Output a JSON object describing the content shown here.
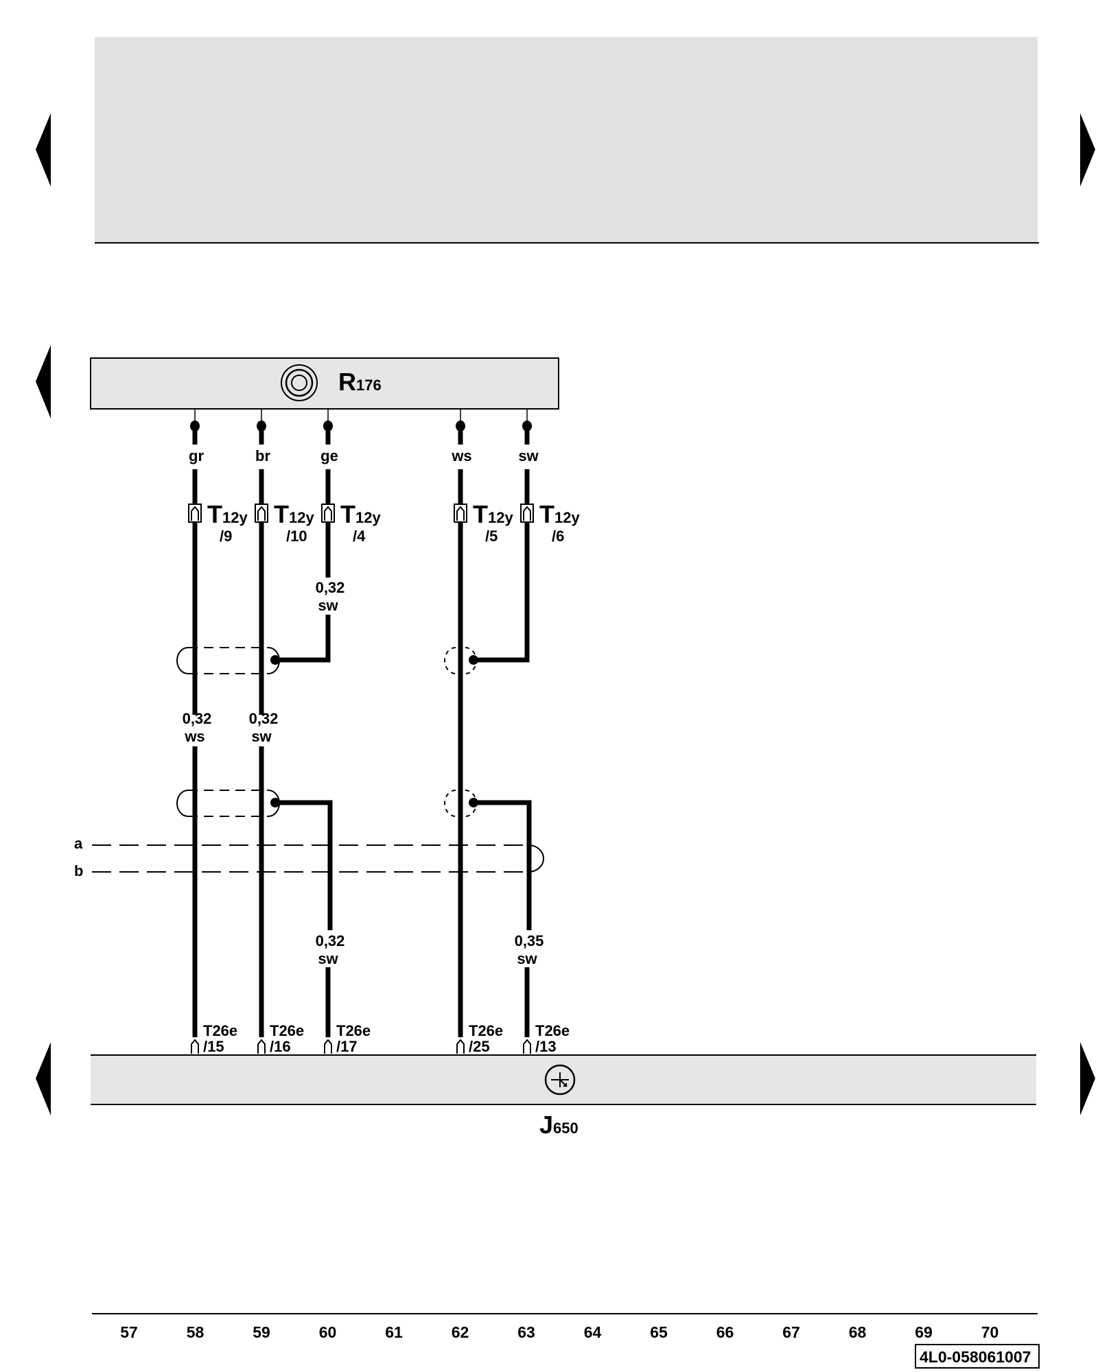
{
  "components": {
    "top": {
      "name": "R",
      "sub": "176"
    },
    "bottom": {
      "name": "J",
      "sub": "650"
    }
  },
  "top_connector": {
    "name": "T",
    "sub": "12y"
  },
  "bottom_connector": {
    "name": "T26e"
  },
  "wires": [
    {
      "id": "w1",
      "color_top": "gr",
      "pin_top": "/9",
      "pin_bottom": "/15",
      "spec_mid": [
        "0,32",
        "ws"
      ]
    },
    {
      "id": "w2",
      "color_top": "br",
      "pin_top": "/10",
      "pin_bottom": "/16",
      "spec_mid": [
        "0,32",
        "sw"
      ]
    },
    {
      "id": "w3",
      "color_top": "ge",
      "pin_top": "/4",
      "pin_bottom": "/17",
      "spec_upper": [
        "0,32",
        "sw"
      ],
      "spec_lower": [
        "0,32",
        "sw"
      ]
    },
    {
      "id": "w4",
      "color_top": "ws",
      "pin_top": "/5",
      "pin_bottom": "/25"
    },
    {
      "id": "w5",
      "color_top": "sw",
      "pin_top": "/6",
      "pin_bottom": "/13",
      "spec_lower": [
        "0,35",
        "sw"
      ]
    }
  ],
  "shield_labels": [
    "a",
    "b"
  ],
  "columns": [
    "57",
    "58",
    "59",
    "60",
    "61",
    "62",
    "63",
    "64",
    "65",
    "66",
    "67",
    "68",
    "69",
    "70"
  ],
  "doc_number": "4L0-058061007",
  "colors": {
    "ink": "#000000",
    "panel": "#e2e2e2",
    "component_fill": "#e6e6e6"
  }
}
